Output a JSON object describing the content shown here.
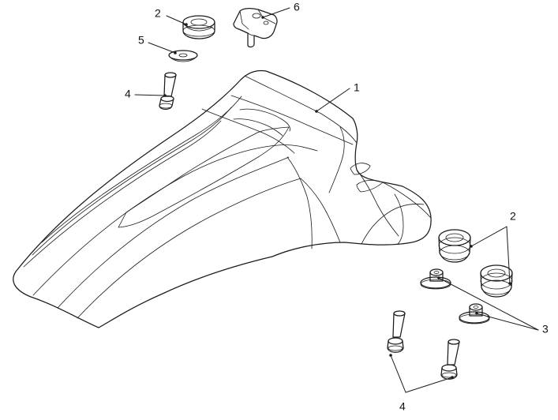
{
  "diagram": {
    "callouts": [
      {
        "id": "label-top-2",
        "text": "2"
      },
      {
        "id": "label-top-6",
        "text": "6"
      },
      {
        "id": "label-top-5",
        "text": "5"
      },
      {
        "id": "label-top-4",
        "text": "4"
      },
      {
        "id": "label-main-1",
        "text": "1"
      },
      {
        "id": "label-right-2",
        "text": "2"
      },
      {
        "id": "label-right-3",
        "text": "3"
      },
      {
        "id": "label-bottom-4",
        "text": "4"
      }
    ]
  }
}
